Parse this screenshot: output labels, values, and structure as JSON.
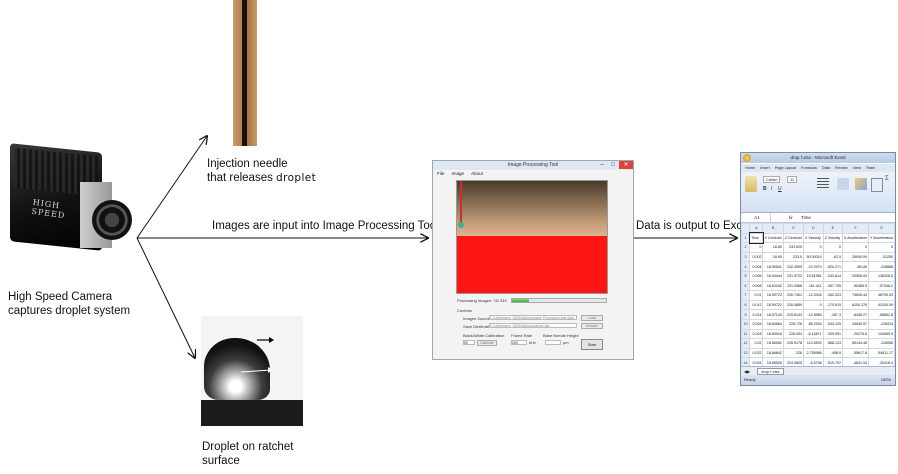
{
  "labels": {
    "camera_line1": "High Speed Camera",
    "camera_line2": "captures droplet system",
    "needle_line1": "Injection needle",
    "needle_line2a": "that releases ",
    "needle_line2b": "droplet",
    "droplet_line1": "Droplet on ratchet",
    "droplet_line2": "surface",
    "arrow_to_tool": "Images are input into Image Processing Tool",
    "arrow_to_excel": "Data is output to Excel"
  },
  "camera": {
    "brand": "HIGH SPEED"
  },
  "app": {
    "title": "Image Processing Tool",
    "menu": [
      "File",
      "Image",
      "About"
    ],
    "processing_label": "Processing Images: 78/ 333",
    "progress_fraction": 0.18,
    "controls_label": "Controls",
    "images_source_label": "Images Source",
    "images_source_value": "C:\\Users\\gem_000\\Desktop\\Image Processing test data",
    "save_destination_label": "Save Destination",
    "save_destination_value": "C:\\Users\\gem_000\\Desktop\\outputs.dat",
    "load_button": "Load",
    "browse_button": "Browse",
    "black_white_label": "Black/White Calibration",
    "black_white_value": "50",
    "calibrate_button": "Calibrate",
    "frame_rate_label": "Frame Rate",
    "frame_rate_value": "200",
    "frame_rate_unit": "kHz",
    "base_needle_label": "Base Needle Height",
    "base_needle_unit": "µm",
    "start_button": "Start"
  },
  "excel": {
    "title": "drop f.xlsx - Microsoft Excel",
    "tabs": [
      "Home",
      "Insert",
      "Page Layout",
      "Formulas",
      "Data",
      "Review",
      "View",
      "Team"
    ],
    "font_name": "Calibri",
    "font_size": "11",
    "cell_ref": "A1",
    "formula_value": "Time",
    "columns": [
      "",
      "A",
      "B",
      "C",
      "D",
      "E",
      "F",
      "G"
    ],
    "rows": [
      [
        "1",
        "Time",
        "X Centroid",
        "Z Centroid",
        "X Velocity",
        "Z Velocity",
        "X Acceleration",
        "Y Acceleration"
      ],
      [
        "2",
        "0",
        "18.85",
        "233.625",
        "0",
        "0",
        "0",
        "0"
      ],
      [
        "3",
        "0.002",
        "18.95",
        "233.5",
        "50.00019",
        "-62.5",
        "25000.09",
        "-31250"
      ],
      [
        "4",
        "0.004",
        "18.90541",
        "232.4595",
        "-22.2979",
        "-520.271",
        "-36149",
        "-228886"
      ],
      [
        "5",
        "0.006",
        "18.94444",
        "231.9722",
        "19.51981",
        "-243.614",
        "20908.93",
        "138328.5"
      ],
      [
        "6",
        "0.008",
        "18.62162",
        "231.2568",
        "-161.411",
        "-357.705",
        "-90465.5",
        "-57046.2"
      ],
      [
        "7",
        "0.01",
        "18.59722",
        "230.7361",
        "-12.2004",
        "-260.323",
        "74605.44",
        "48709.03"
      ],
      [
        "8",
        "0.012",
        "18.59722",
        "230.0889",
        "0",
        "-170.615",
        "6100.176",
        "43154.09"
      ],
      [
        "9",
        "0.014",
        "18.57143",
        "229.8143",
        "-12.8965",
        "-287.3",
        "-6448.27",
        "-58662.8"
      ],
      [
        "10",
        "0.016",
        "18.84684",
        "228.726",
        "86.2934",
        "-544.129",
        "34549.97",
        "-128414"
      ],
      [
        "11",
        "0.018",
        "18.83516",
        "228.054",
        "-6.14871",
        "-335.991",
        "-20276.8",
        "104069.9"
      ],
      [
        "12",
        "0.02",
        "18.86081",
        "226.9178",
        "113.5593",
        "-568.123",
        "55144.48",
        "-116066"
      ],
      [
        "13",
        "0.022",
        "18.86842",
        "226",
        "2.755986",
        "-458.9",
        "-55617.8",
        "54611.17"
      ],
      [
        "14",
        "0.024",
        "18.65526",
        "224.9805",
        "-6.5756",
        "-519.707",
        "-4641.53",
        "-30418.4"
      ]
    ],
    "sheet_tab": "drop f.xlsx",
    "status_text": "Ready",
    "zoom": "100%"
  }
}
